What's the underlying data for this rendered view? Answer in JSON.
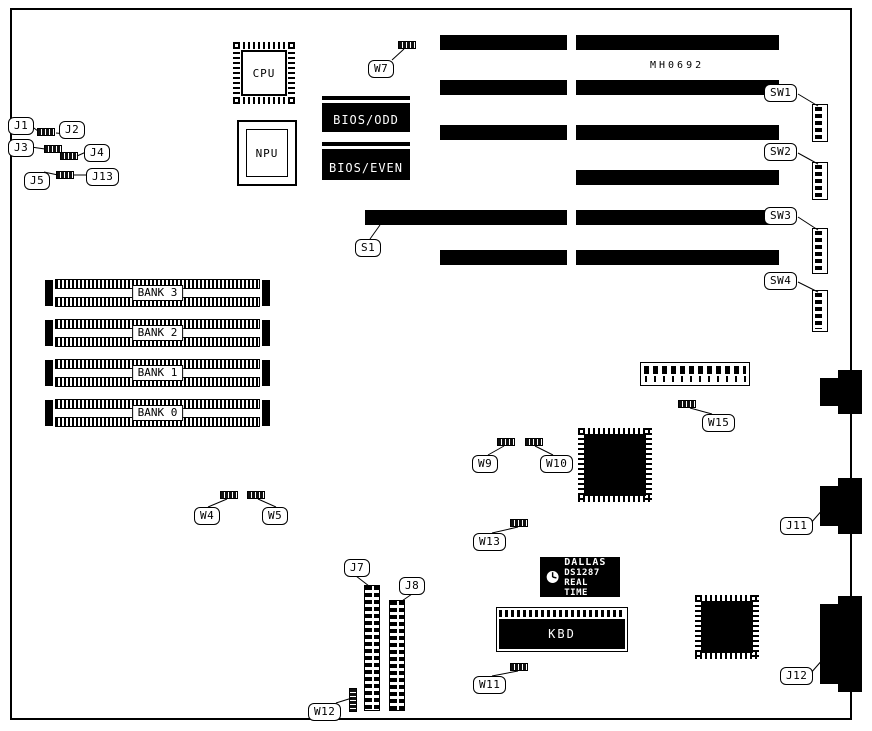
{
  "board": {
    "code": "MH0692"
  },
  "chips": {
    "cpu": "CPU",
    "npu": "NPU",
    "bios_odd": "BIOS/ODD",
    "bios_even": "BIOS/EVEN",
    "kbd": "KBD"
  },
  "rtc": {
    "brand": "DALLAS",
    "model": "DS1287",
    "type": "REAL TIME"
  },
  "banks": [
    {
      "label": "BANK 3"
    },
    {
      "label": "BANK 2"
    },
    {
      "label": "BANK 1"
    },
    {
      "label": "BANK 0"
    }
  ],
  "callouts": {
    "j1": "J1",
    "j2": "J2",
    "j3": "J3",
    "j4": "J4",
    "j5": "J5",
    "j13": "J13",
    "j7": "J7",
    "j8": "J8",
    "j11": "J11",
    "j12": "J12",
    "s1": "S1",
    "sw1": "SW1",
    "sw2": "SW2",
    "sw3": "SW3",
    "sw4": "SW4",
    "w4": "W4",
    "w5": "W5",
    "w7": "W7",
    "w9": "W9",
    "w10": "W10",
    "w11": "W11",
    "w12": "W12",
    "w13": "W13",
    "w15": "W15"
  }
}
